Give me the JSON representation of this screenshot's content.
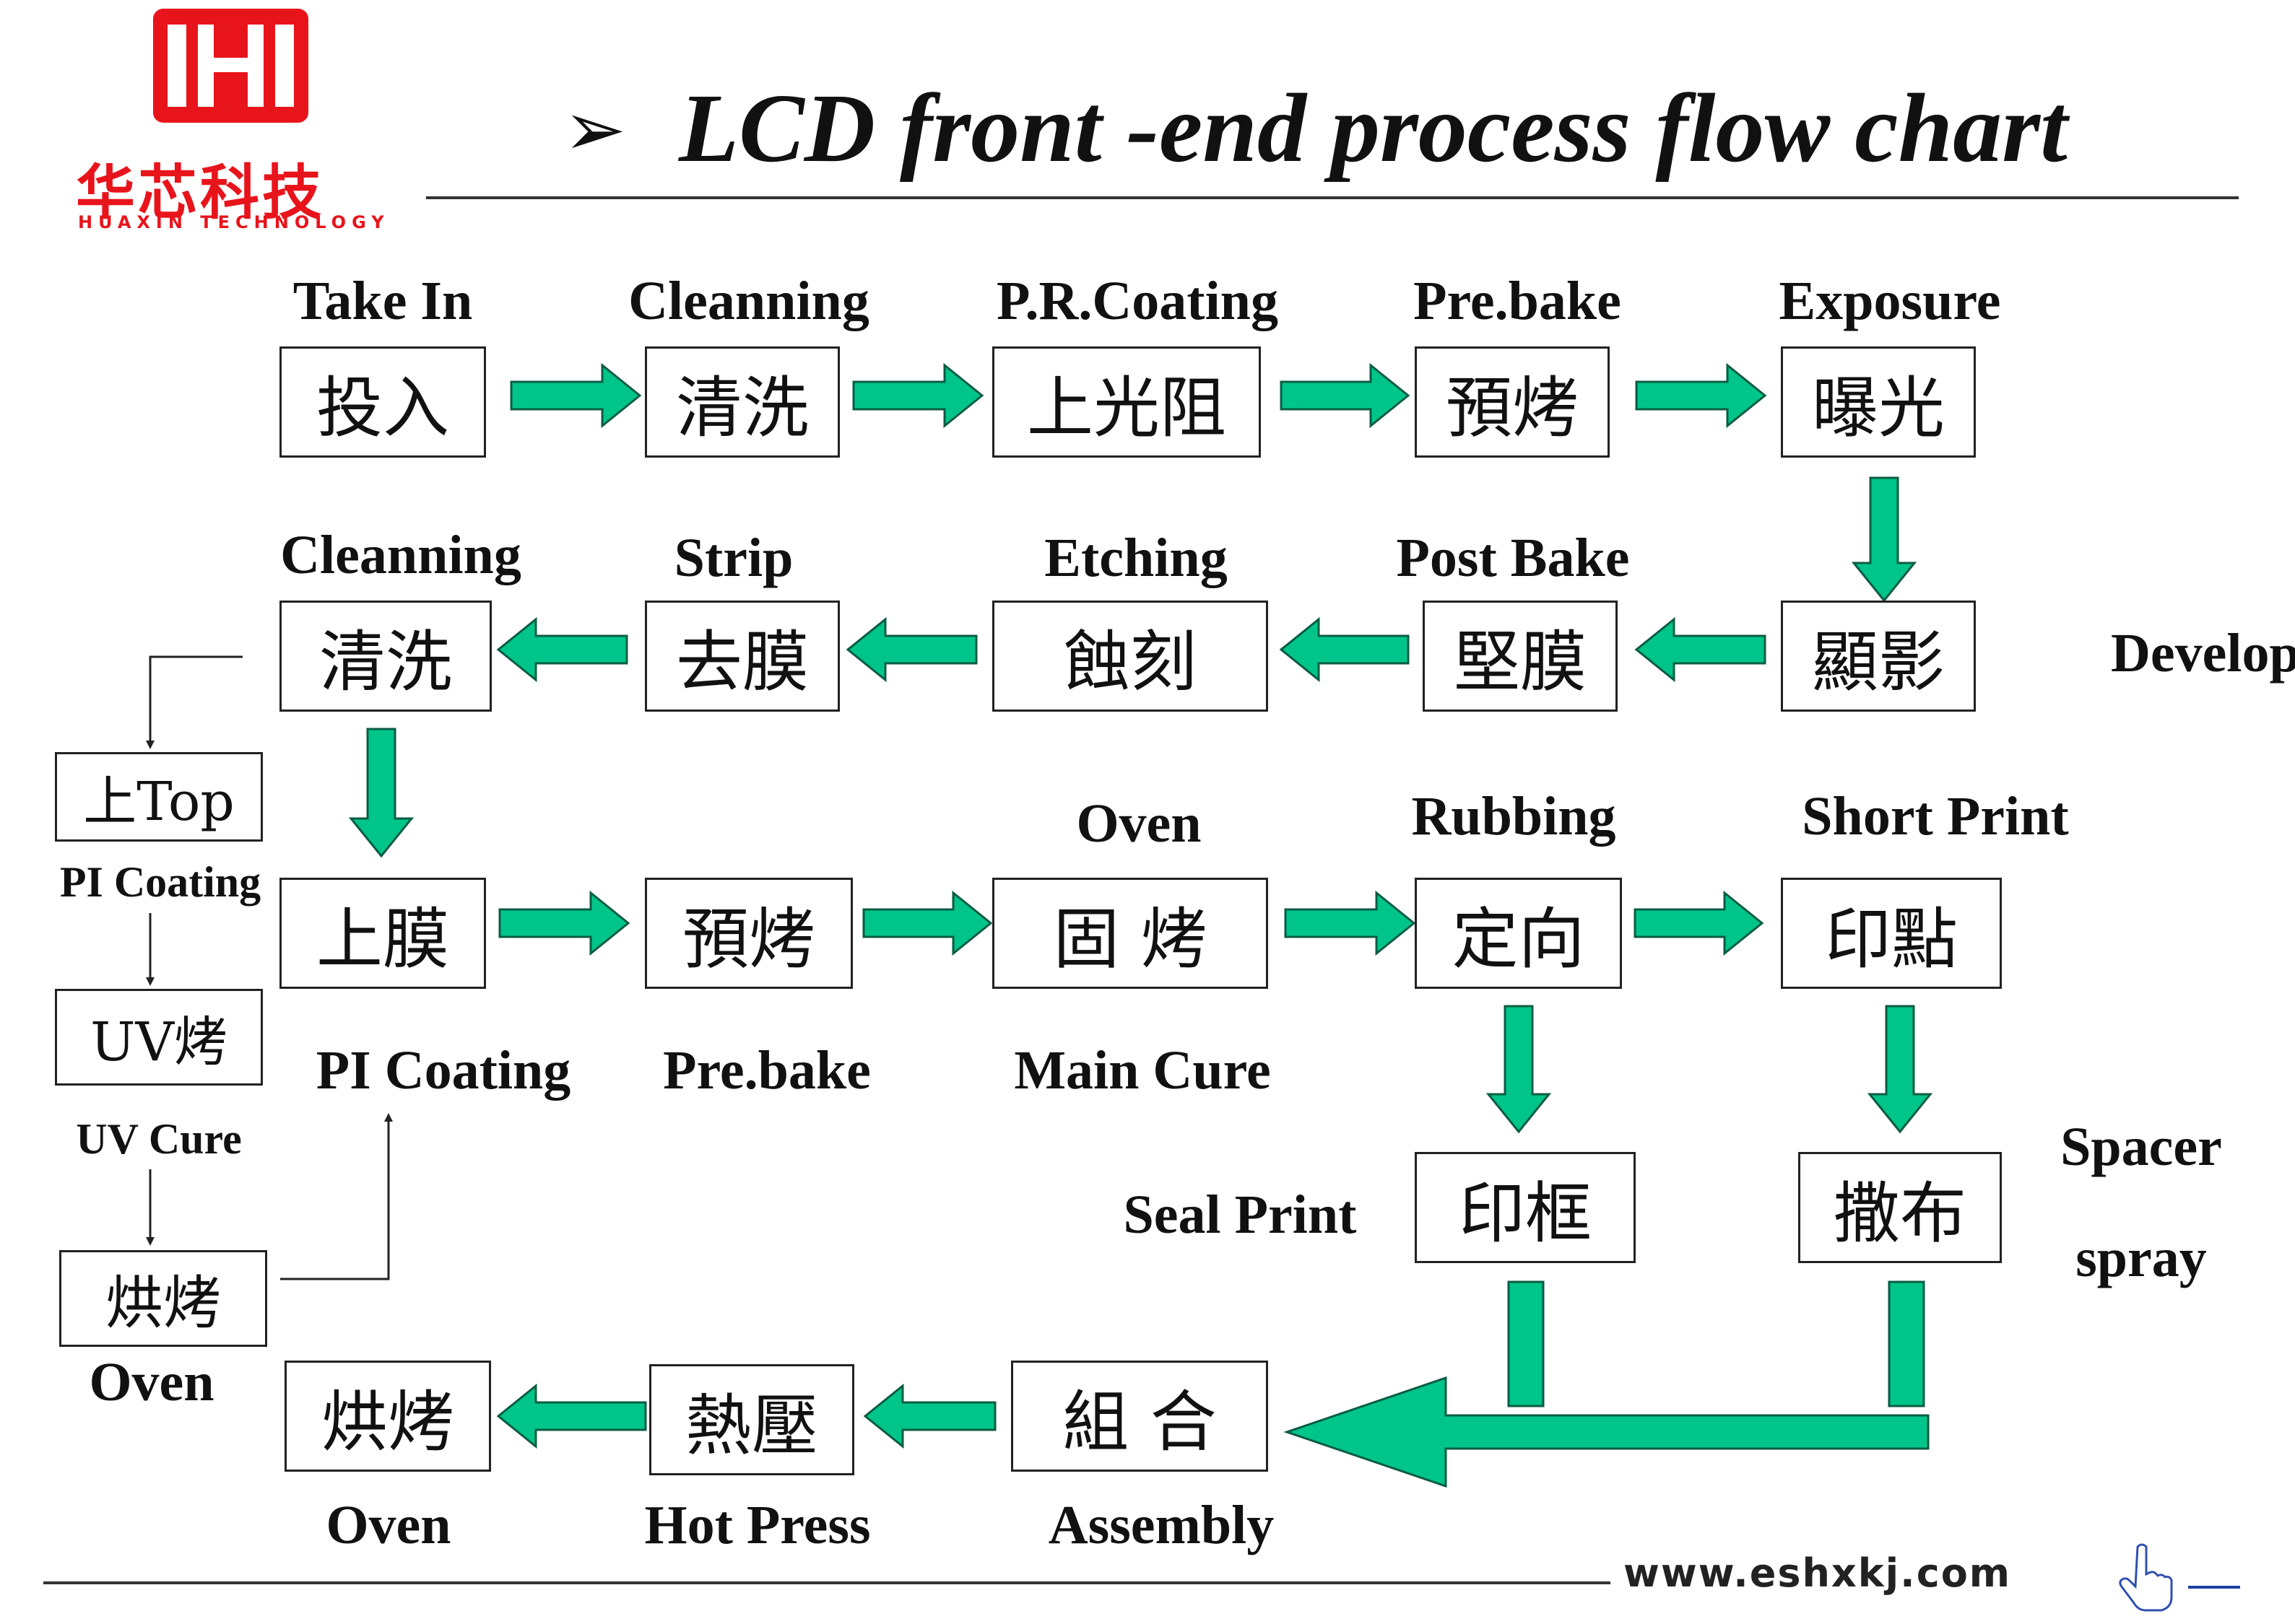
{
  "title": "LCD front -end process flow chart",
  "logo": {
    "chinese": "华芯科技",
    "english": "HUAXIN TECHNOLOGY"
  },
  "website": "www.eshxkj.com",
  "colors": {
    "arrow": "#00c58a",
    "arrow_stroke": "#0a5c43",
    "logo": "#e8141c",
    "line": "#333333"
  },
  "icons": {
    "bullet": "arrowhead-bullet-icon",
    "hand": "hand-pointer-icon"
  },
  "nodes": {
    "take_in": {
      "cn": "投入",
      "en": "Take In"
    },
    "clean1": {
      "cn": "清洗",
      "en": "Cleanning"
    },
    "pr_coating": {
      "cn": "上光阻",
      "en": "P.R.Coating"
    },
    "prebake1": {
      "cn": "預烤",
      "en": "Pre.bake"
    },
    "exposure": {
      "cn": "曝光",
      "en": "Exposure"
    },
    "develop": {
      "cn": "顯影",
      "en": "Develop"
    },
    "post_bake": {
      "cn": "堅膜",
      "en": "Post Bake"
    },
    "etching": {
      "cn": "蝕刻",
      "en": "Etching"
    },
    "strip": {
      "cn": "去膜",
      "en": "Strip"
    },
    "clean2": {
      "cn": "清洗",
      "en": "Cleanning"
    },
    "pi_coating": {
      "cn": "上膜",
      "en": "PI Coating"
    },
    "prebake2": {
      "cn": "預烤",
      "en": "Pre.bake"
    },
    "main_cure": {
      "cn": "固 烤",
      "en": "Main Cure",
      "en_top": "Oven"
    },
    "rubbing": {
      "cn": "定向",
      "en": "Rubbing"
    },
    "short_print": {
      "cn": "印點",
      "en": "Short Print"
    },
    "seal_print": {
      "cn": "印框",
      "en": "Seal Print"
    },
    "spacer": {
      "cn": "撒布",
      "en": "Spacer",
      "en2": "spray"
    },
    "assembly": {
      "cn": "組 合",
      "en": "Assembly"
    },
    "hot_press": {
      "cn": "熱壓",
      "en": "Hot Press"
    },
    "oven_final": {
      "cn": "烘烤",
      "en": "Oven"
    }
  },
  "side_chain": {
    "top": {
      "cn": "上Top",
      "en": "PI Coating"
    },
    "uv": {
      "cn": "UV烤",
      "en": "UV Cure"
    },
    "oven": {
      "cn": "烘烤",
      "en": "Oven"
    }
  }
}
